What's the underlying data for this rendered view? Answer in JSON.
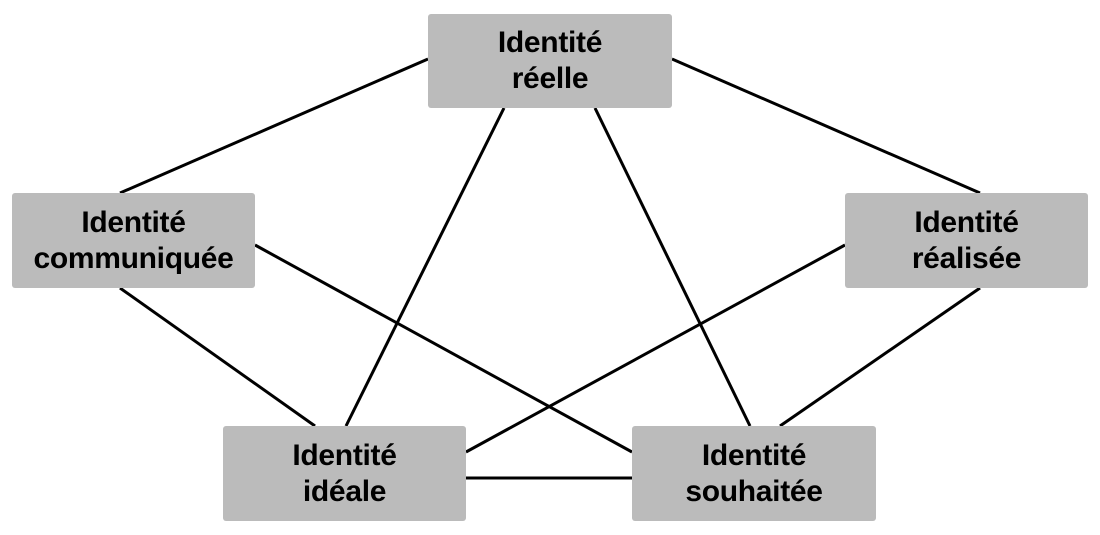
{
  "diagram": {
    "nodes": {
      "reelle": {
        "line1": "Identité",
        "line2": "réelle"
      },
      "communiquee": {
        "line1": "Identité",
        "line2": "communiquée"
      },
      "realisee": {
        "line1": "Identité",
        "line2": "réalisée"
      },
      "ideale": {
        "line1": "Identité",
        "line2": "idéale"
      },
      "souhaitee": {
        "line1": "Identité",
        "line2": "souhaitée"
      }
    },
    "edges": [
      {
        "from": "reelle",
        "to": "communiquee"
      },
      {
        "from": "reelle",
        "to": "realisee"
      },
      {
        "from": "reelle",
        "to": "ideale"
      },
      {
        "from": "reelle",
        "to": "souhaitee"
      },
      {
        "from": "communiquee",
        "to": "ideale"
      },
      {
        "from": "communiquee",
        "to": "souhaitee"
      },
      {
        "from": "realisee",
        "to": "ideale"
      },
      {
        "from": "realisee",
        "to": "souhaitee"
      },
      {
        "from": "ideale",
        "to": "souhaitee"
      }
    ],
    "colors": {
      "node_fill": "#bbbbbb",
      "line": "#000000",
      "text": "#000000"
    }
  }
}
